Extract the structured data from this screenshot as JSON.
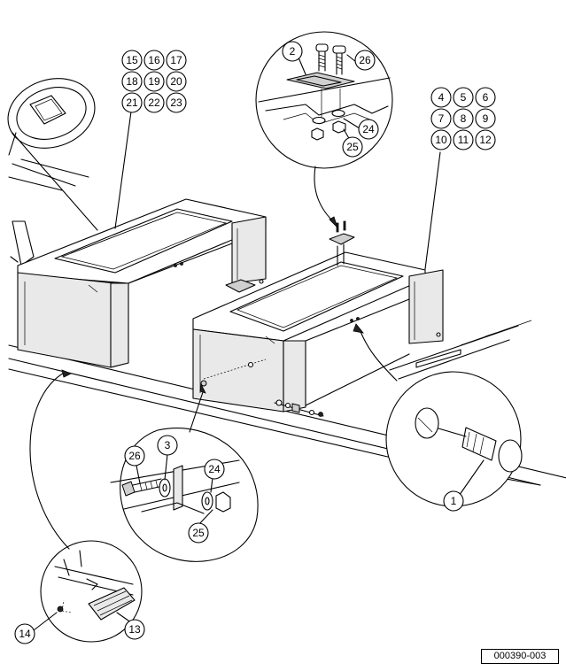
{
  "diagram": {
    "figure_id": "000390-003",
    "callouts": [
      "1",
      "2",
      "3",
      "4",
      "5",
      "6",
      "7",
      "8",
      "9",
      "10",
      "11",
      "12",
      "13",
      "14",
      "15",
      "16",
      "17",
      "18",
      "19",
      "20",
      "21",
      "22",
      "23",
      "24",
      "25",
      "26"
    ],
    "callout_ref": {
      "top_detail_2": "2",
      "top_detail_26": "26",
      "top_detail_24": "24",
      "top_detail_25": "25",
      "left_grid": [
        "15",
        "16",
        "17",
        "18",
        "19",
        "20",
        "21",
        "22",
        "23"
      ],
      "right_grid": [
        "4",
        "5",
        "6",
        "7",
        "8",
        "9",
        "10",
        "11",
        "12"
      ],
      "screw_detail_1": "1",
      "bracket_26": "26",
      "bracket_3": "3",
      "bracket_24": "24",
      "bracket_25": "25",
      "bottom_13": "13",
      "bottom_14": "14"
    }
  }
}
